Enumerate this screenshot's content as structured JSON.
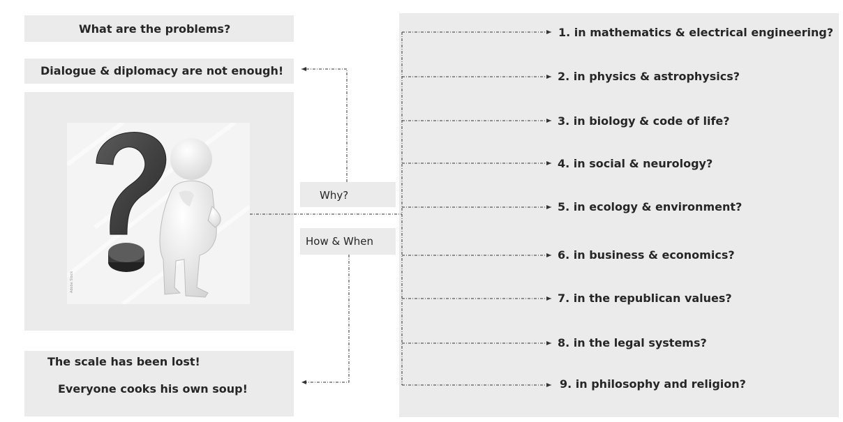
{
  "left": {
    "problems_title": "What are the problems?",
    "dialogue_text": "Dialogue & diplomacy are not enough!",
    "scale_text": "The scale has been lost!",
    "soup_text": "Everyone cooks his own soup!",
    "image_icon": "question-mark-figure-icon"
  },
  "center": {
    "why_label": "Why?",
    "how_label": "How & When"
  },
  "right": {
    "items": [
      {
        "label": "1. in mathematics & electrical engineering?"
      },
      {
        "label": "2. in physics & astrophysics?"
      },
      {
        "label": "3. in biology & code of life?"
      },
      {
        "label": "4. in social & neurology?"
      },
      {
        "label": "5. in ecology & environment?"
      },
      {
        "label": "6. in business & economics?"
      },
      {
        "label": "7. in the republican values?"
      },
      {
        "label": "8. in the legal systems?"
      },
      {
        "label": "9. in philosophy and religion?"
      }
    ]
  },
  "colors": {
    "box_fill": "#ebebeb",
    "line": "#333333",
    "question_mark": "#3c3c3c",
    "figure": "#f3f3f3"
  }
}
